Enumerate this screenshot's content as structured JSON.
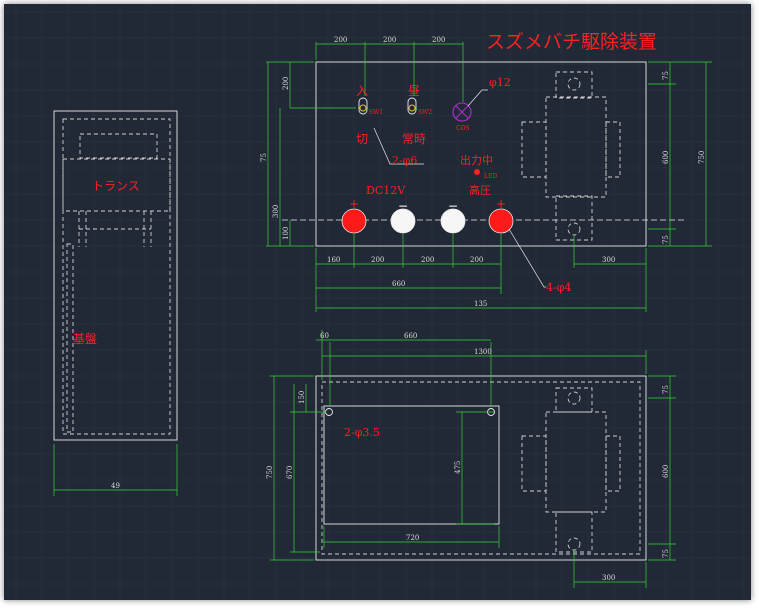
{
  "title": "スズメバチ駆除装置",
  "labels": {
    "transformer": "トランス",
    "board": "基盤",
    "on": "入",
    "off": "切",
    "day": "昼",
    "always": "常時",
    "sw1": "SW1",
    "sw2": "SW2",
    "holes_6": "2-φ6",
    "holes_4": "4-φ4",
    "holes_35": "2-φ3.5",
    "phi12": "φ12",
    "cds": "CDS",
    "output_on": "出力中",
    "led": "LED",
    "dc12v": "DC12V",
    "high_voltage": "高圧",
    "plus": "+",
    "minus": "−"
  },
  "dims": {
    "top_200a": "200",
    "top_200b": "200",
    "top_200c": "200",
    "left_200": "200",
    "left_75": "75",
    "left_300": "300",
    "left_100": "100",
    "right_75a": "75",
    "right_600": "600",
    "right_750": "750",
    "right_75b": "75",
    "bottom_160": "160",
    "bottom_200a": "200",
    "bottom_200b": "200",
    "bottom_200c": "200",
    "bottom_300": "300",
    "bottom_660": "660",
    "bottom_135": "135",
    "lower_60": "60",
    "lower_660": "660",
    "lower_1300": "1300",
    "lower_150": "150",
    "lower_750": "750",
    "lower_670": "670",
    "lower_475": "475",
    "lower_720": "720",
    "lower_75a": "75",
    "lower_600": "600",
    "lower_75b": "75",
    "lower_300": "300",
    "side_49": "49"
  },
  "colors": {
    "background": "#222936",
    "lines": "#e8e8e8",
    "dimensions": "#37d037",
    "annotation": "#ff2020",
    "cds": "#b030d0"
  }
}
